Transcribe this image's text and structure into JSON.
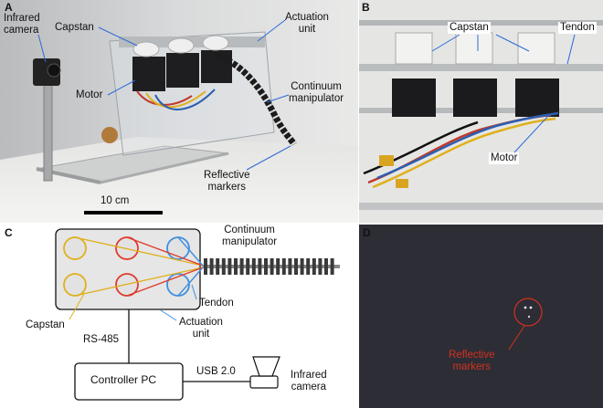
{
  "panels": {
    "a": {
      "letter": "A",
      "labels": {
        "infrared_camera_line1": "Infrared",
        "infrared_camera_line2": "camera",
        "capstan": "Capstan",
        "actuation_line1": "Actuation",
        "actuation_line2": "unit",
        "motor": "Motor",
        "continuum_line1": "Continuum",
        "continuum_line2": "manipulator",
        "reflective_line1": "Reflective",
        "reflective_line2": "markers",
        "scale_bar": "10 cm"
      }
    },
    "b": {
      "letter": "B",
      "labels": {
        "capstan": "Capstan",
        "tendon": "Tendon",
        "motor": "Motor"
      }
    },
    "c": {
      "letter": "C",
      "labels": {
        "continuum_line1": "Continuum",
        "continuum_line2": "manipulator",
        "tendon": "Tendon",
        "capstan": "Capstan",
        "actuation_line1": "Actuation",
        "actuation_line2": "unit",
        "rs485": "RS-485",
        "controller": "Controller PC",
        "usb": "USB 2.0",
        "camera_line1": "Infrared",
        "camera_line2": "camera"
      },
      "colors": {
        "yellow": "#e0b01c",
        "red": "#de3b2e",
        "blue": "#3f8fe0"
      }
    },
    "d": {
      "letter": "D",
      "labels": {
        "reflective_line1": "Reflective",
        "reflective_line2": "markers"
      },
      "colors": {
        "background": "#2d2d35",
        "annotation": "#d43020"
      }
    }
  }
}
